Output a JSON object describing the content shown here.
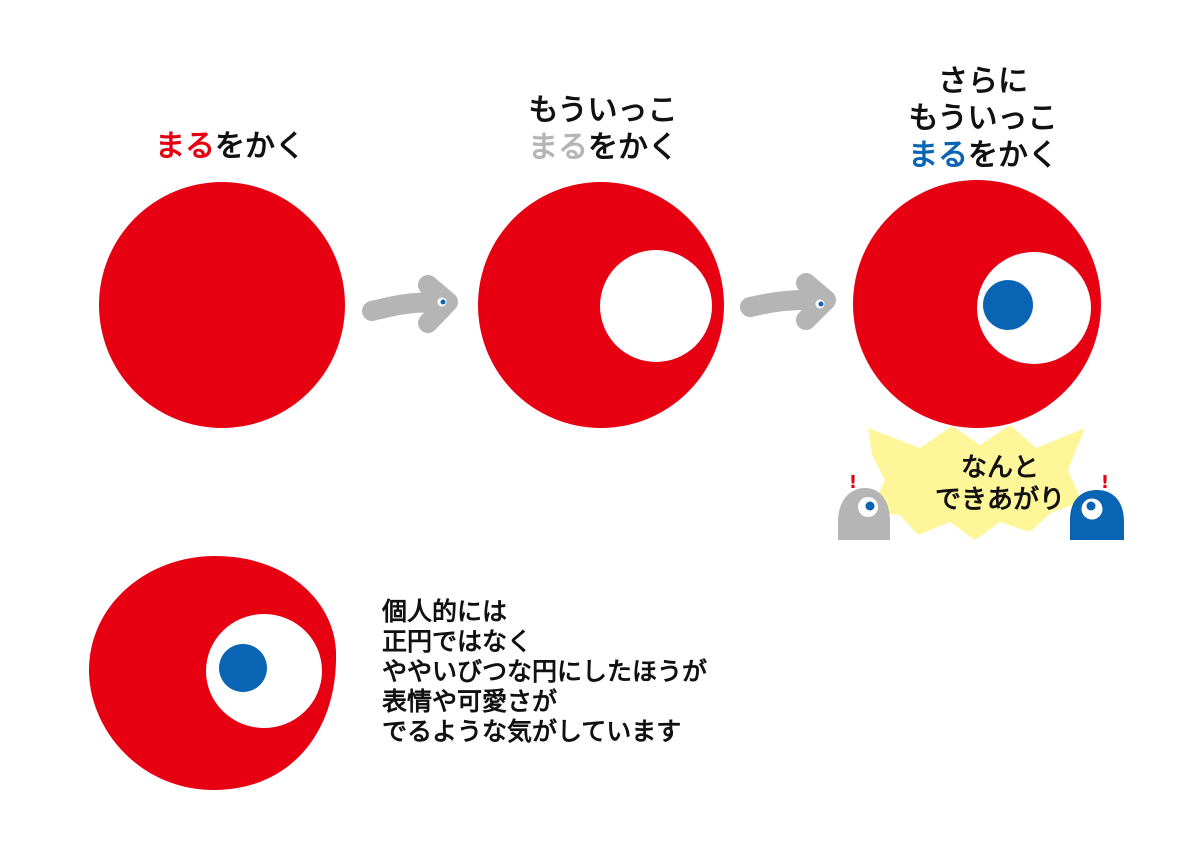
{
  "colors": {
    "red": "#e60012",
    "gray": "#b5b5b5",
    "blue": "#0a64b4",
    "white": "#ffffff",
    "burst": "#fff699"
  },
  "step1": {
    "highlight": "まる",
    "rest": "をかく"
  },
  "step2": {
    "line1": "もういっこ",
    "highlight": "まる",
    "rest": "をかく"
  },
  "step3": {
    "line1": "さらに",
    "line2": "もういっこ",
    "highlight": "まる",
    "rest": "をかく"
  },
  "burst": {
    "line1": "なんと",
    "line2": "できあがり",
    "mark": "!"
  },
  "note": {
    "lines": [
      "個人的には",
      "正円ではなく",
      "ややいびつな円にしたほうが",
      "表情や可愛さが",
      "でるような気がしています"
    ]
  },
  "icons": [
    "arrow-icon",
    "surprised-character-icon"
  ]
}
